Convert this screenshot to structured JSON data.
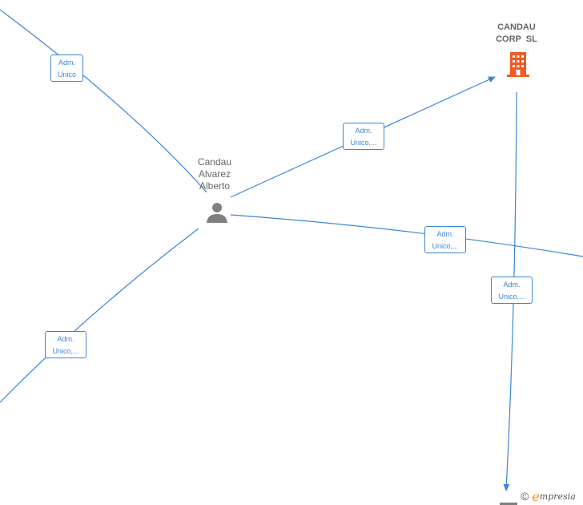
{
  "nodes": {
    "person": {
      "name_lines": [
        "Candau",
        "Alvarez",
        "Alberto"
      ]
    },
    "company": {
      "name_lines": [
        "CANDAU",
        "CORP  SL"
      ],
      "color": "#f05a24"
    },
    "bottom_company": {
      "color": "#808080"
    }
  },
  "edges": [
    {
      "label_lines": [
        "Adm.",
        "Unico"
      ]
    },
    {
      "label_lines": [
        "Adm.",
        "Unico,..."
      ]
    },
    {
      "label_lines": [
        "Adm.",
        "Unico,..."
      ]
    },
    {
      "label_lines": [
        "Adm.",
        "Unico,..."
      ]
    },
    {
      "label_lines": [
        "Adm.",
        "Unico,..."
      ]
    }
  ],
  "footer": {
    "copyright_symbol": "©",
    "brand_initial": "e",
    "brand_rest": "mpresia"
  },
  "colors": {
    "edge": "#3a86d6",
    "text": "#666666"
  }
}
